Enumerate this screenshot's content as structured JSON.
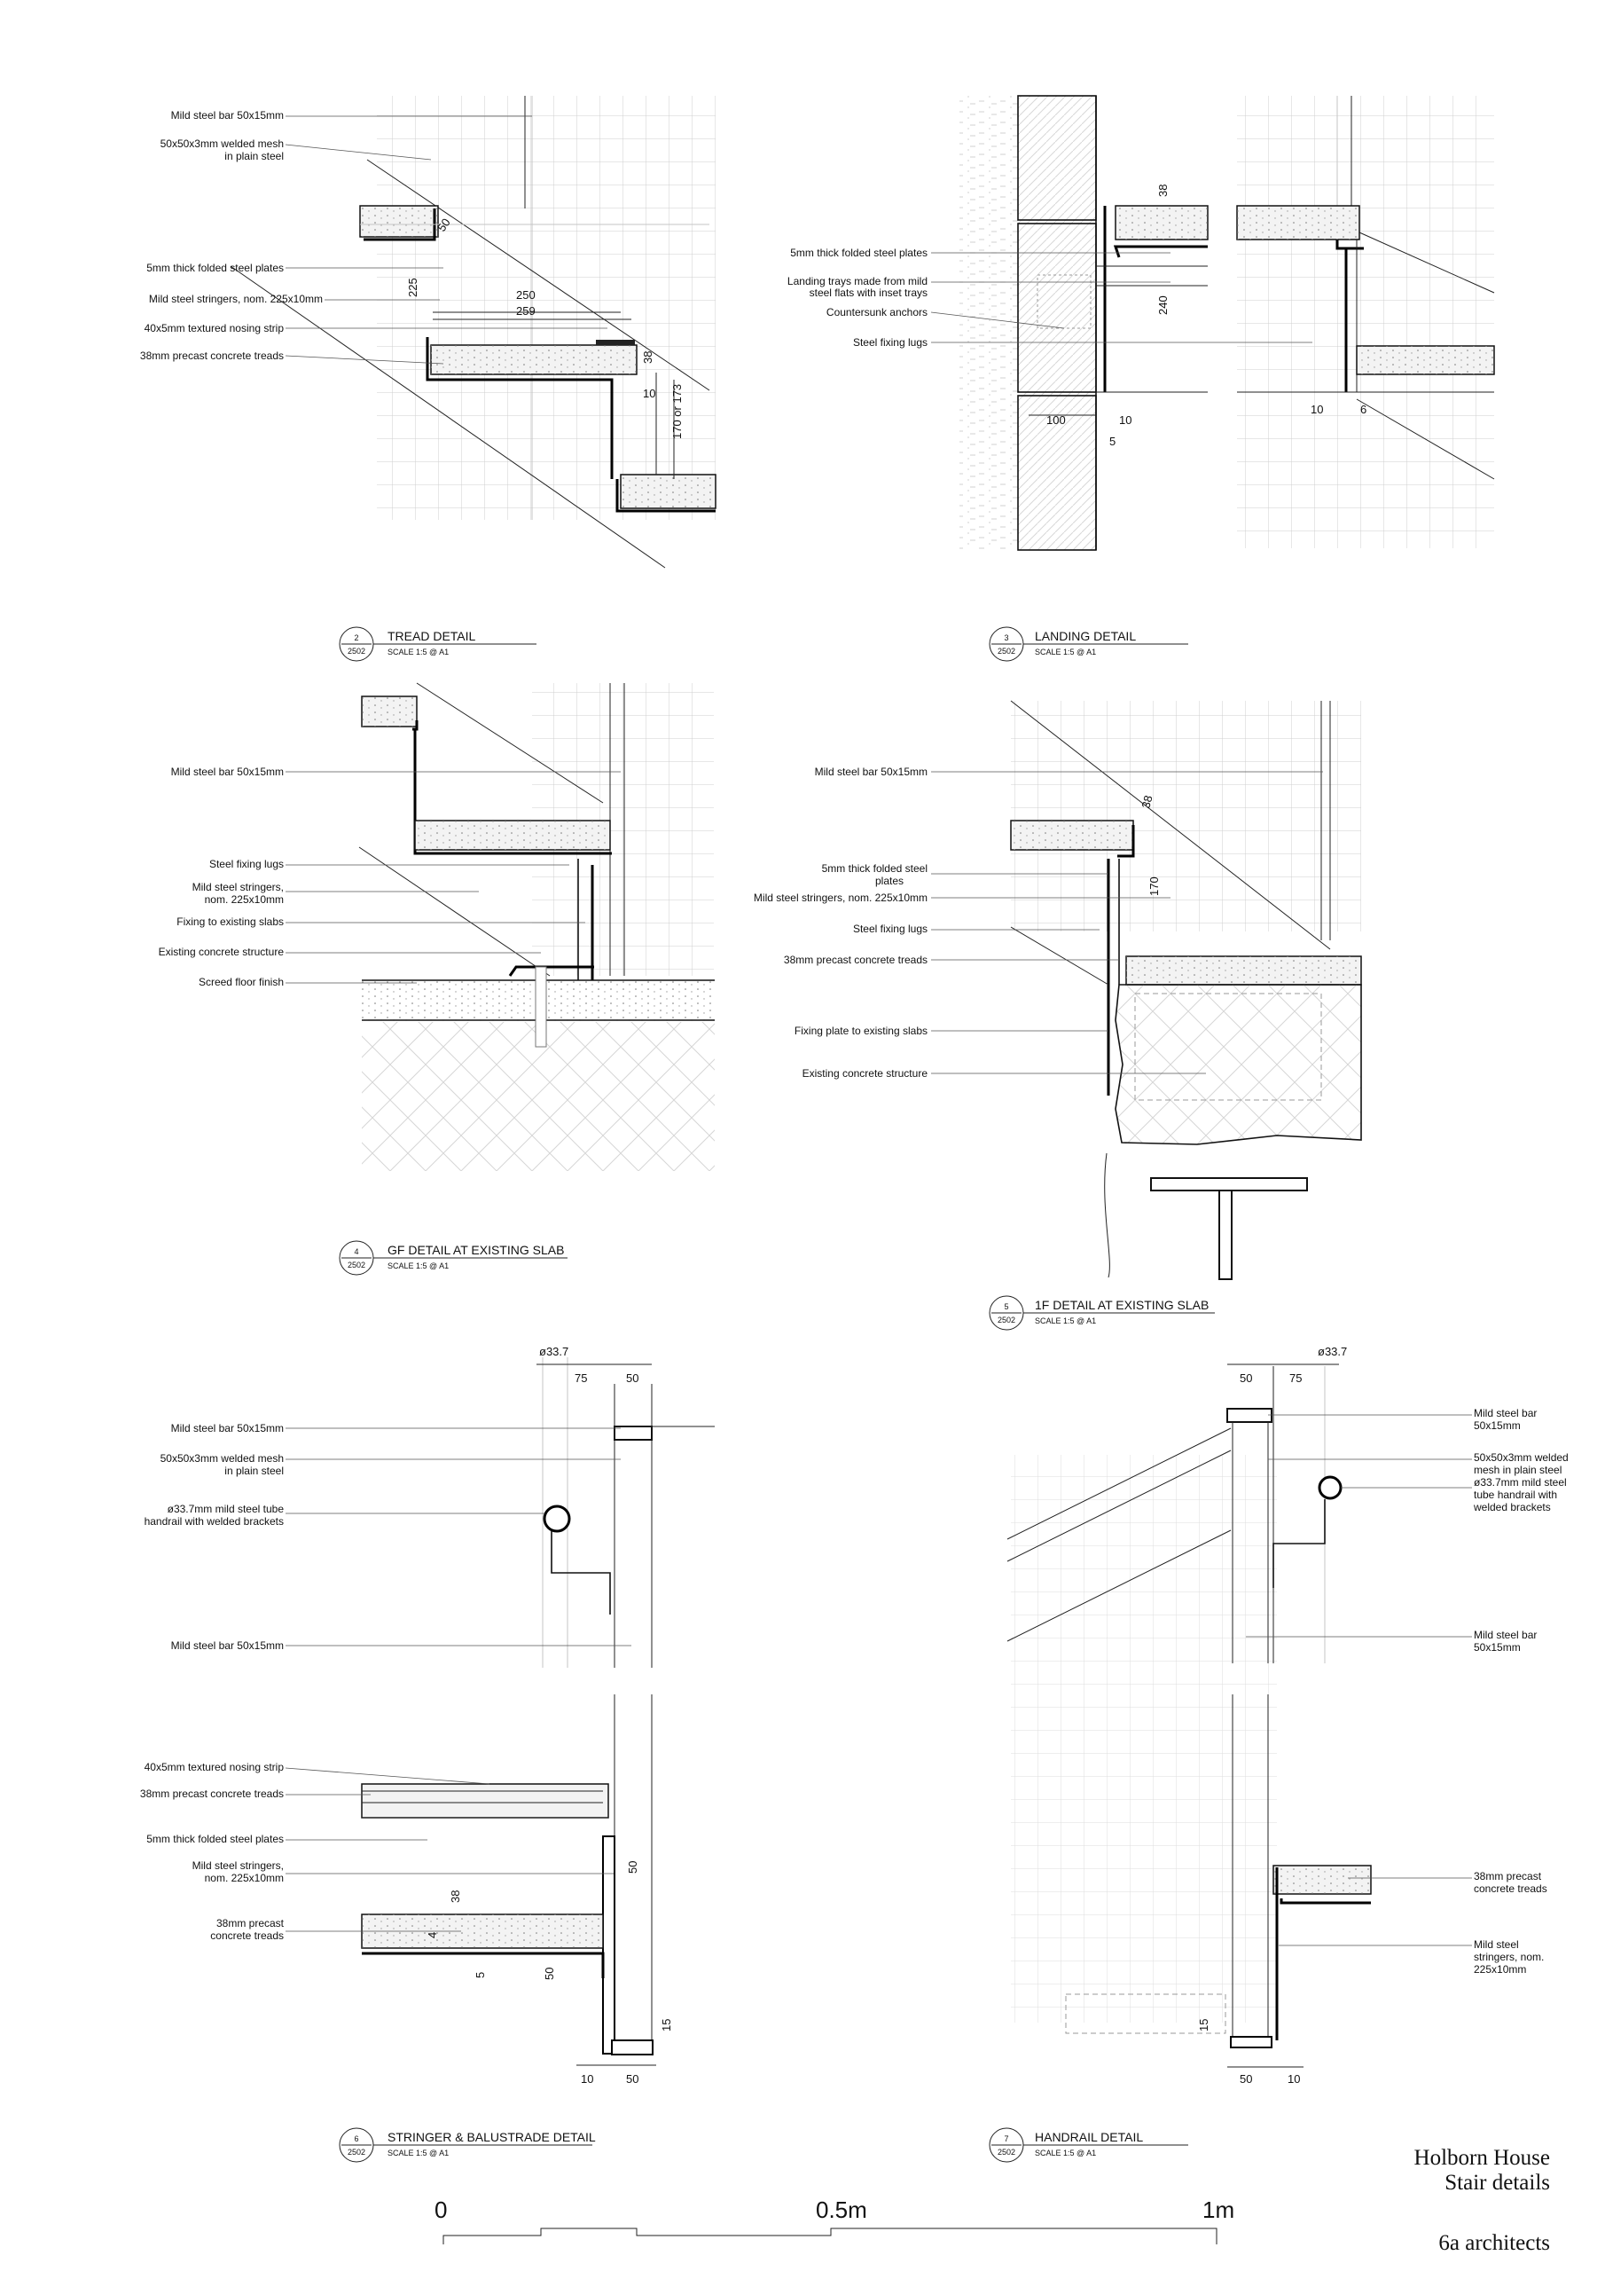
{
  "details": {
    "tread": {
      "number": "2",
      "sheet": "2502",
      "title": "TREAD DETAIL",
      "scale": "SCALE 1:5 @ A1",
      "labels": [
        "Mild steel bar 50x15mm",
        "50x50x3mm welded mesh",
        "in plain steel",
        "5mm thick folded steel plates",
        "Mild steel stringers, nom. 225x10mm",
        "40x5mm textured nosing strip",
        "38mm precast concrete treads"
      ],
      "dims": [
        "50",
        "225",
        "250",
        "259",
        "38",
        "10",
        "170 or 173"
      ]
    },
    "landing": {
      "number": "3",
      "sheet": "2502",
      "title": "LANDING DETAIL",
      "scale": "SCALE 1:5 @ A1",
      "labels": [
        "5mm thick folded steel plates",
        "Landing trays made from mild",
        "steel flats with inset trays",
        "Countersunk anchors",
        "Steel fixing lugs"
      ],
      "dims": [
        "38",
        "240",
        "100",
        "10",
        "5",
        "10",
        "6"
      ]
    },
    "gf_slab": {
      "number": "4",
      "sheet": "2502",
      "title": "GF DETAIL AT EXISTING SLAB",
      "scale": "SCALE 1:5 @ A1",
      "labels": [
        "Mild steel bar 50x15mm",
        "Steel fixing lugs",
        "Mild steel stringers,",
        "nom. 225x10mm",
        "Fixing to existing slabs",
        "Existing concrete structure",
        "Screed floor finish"
      ]
    },
    "f1_slab": {
      "number": "5",
      "sheet": "2502",
      "title": "1F DETAIL AT EXISTING SLAB",
      "scale": "SCALE 1:5 @ A1",
      "labels": [
        "Mild steel bar 50x15mm",
        "5mm thick folded steel",
        "plates",
        "Mild steel stringers, nom. 225x10mm",
        "Steel fixing lugs",
        "38mm precast concrete treads",
        "Fixing plate to existing slabs",
        "Existing concrete structure"
      ],
      "dims": [
        "38",
        "170"
      ]
    },
    "stringer": {
      "number": "6",
      "sheet": "2502",
      "title": "STRINGER & BALUSTRADE DETAIL",
      "scale": "SCALE 1:5 @ A1",
      "labels": [
        "Mild steel bar 50x15mm",
        "50x50x3mm welded mesh",
        "in plain steel",
        "ø33.7mm mild steel tube",
        "handrail with welded brackets",
        "Mild steel bar 50x15mm",
        "40x5mm textured nosing strip",
        "38mm precast concrete treads",
        "5mm thick folded steel plates",
        "Mild steel stringers,",
        "nom. 225x10mm",
        "38mm precast",
        "concrete treads"
      ],
      "dims": [
        "ø33.7",
        "75",
        "50",
        "38",
        "4",
        "5",
        "50",
        "50",
        "15",
        "10",
        "50"
      ]
    },
    "handrail": {
      "number": "7",
      "sheet": "2502",
      "title": "HANDRAIL DETAIL",
      "scale": "SCALE 1:5 @ A1",
      "labels": [
        "Mild steel bar",
        "50x15mm",
        "50x50x3mm welded",
        "mesh in plain steel",
        "ø33.7mm mild steel",
        "tube handrail with",
        "welded brackets",
        "Mild steel bar",
        "50x15mm",
        "38mm precast",
        "concrete treads",
        "Mild steel",
        "stringers, nom.",
        "225x10mm"
      ],
      "dims": [
        "ø33.7",
        "50",
        "75",
        "15",
        "50",
        "10"
      ]
    }
  },
  "scale_bar": {
    "labels": [
      "0",
      "0.5m",
      "1m"
    ]
  },
  "title_block": {
    "project": "Holborn House",
    "sheet_title": "Stair details",
    "architect": "6a architects"
  }
}
